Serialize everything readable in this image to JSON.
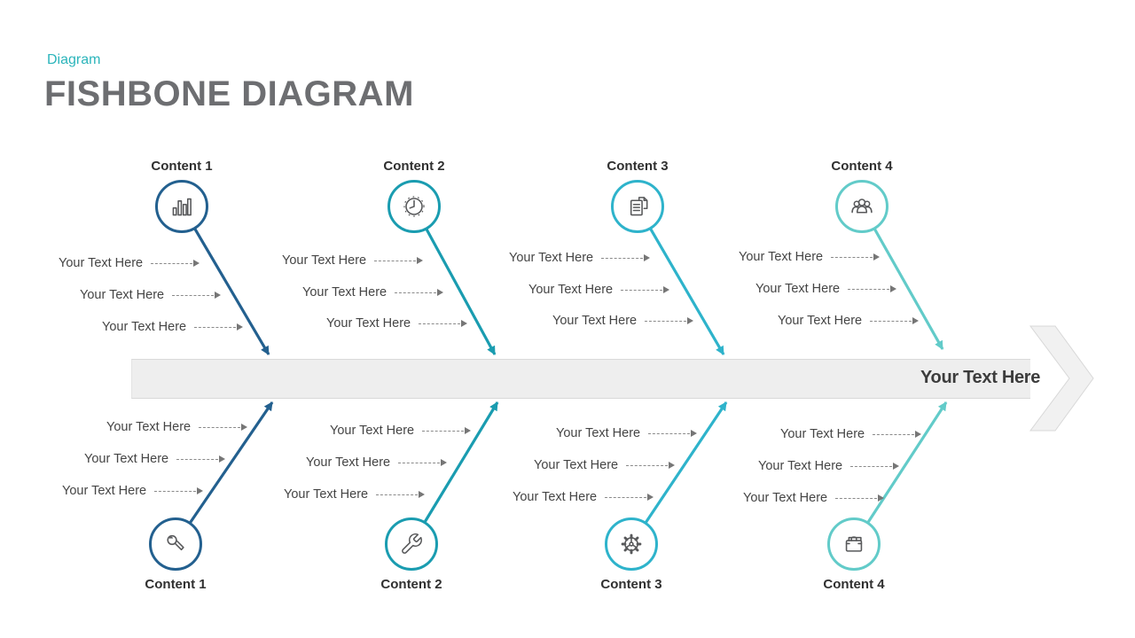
{
  "page": {
    "eyebrow": "Diagram",
    "title": "FISHBONE DIAGRAM"
  },
  "colors": {
    "accent_teal": "#2cb5bb",
    "title_gray": "#6d6e71",
    "branch1": "#23608f",
    "branch2": "#1a9cb0",
    "branch3": "#2eb3cb",
    "branch4": "#62cbc9",
    "spine_fill": "#eeeeee",
    "spine_border": "#d9d9d9",
    "icon_gray": "#58595b",
    "label_text": "#454545",
    "dashed_arrow_gray": "#8a8a8a"
  },
  "spine": {
    "label": "Your Text Here"
  },
  "top_branches": [
    {
      "title": "Content 1",
      "icon": "bar-chart-icon",
      "color": "#23608f",
      "labels": [
        "Your Text Here",
        "Your Text Here",
        "Your Text Here"
      ]
    },
    {
      "title": "Content 2",
      "icon": "clock-icon",
      "color": "#1a9cb0",
      "labels": [
        "Your Text Here",
        "Your Text Here",
        "Your Text Here"
      ]
    },
    {
      "title": "Content 3",
      "icon": "documents-icon",
      "color": "#2eb3cb",
      "labels": [
        "Your Text Here",
        "Your Text Here",
        "Your Text Here"
      ]
    },
    {
      "title": "Content 4",
      "icon": "people-group-icon",
      "color": "#62cbc9",
      "labels": [
        "Your Text Here",
        "Your Text Here",
        "Your Text Here"
      ]
    }
  ],
  "bottom_branches": [
    {
      "title": "Content 1",
      "icon": "microphone-icon",
      "color": "#23608f",
      "labels": [
        "Your Text Here",
        "Your Text Here",
        "Your Text Here"
      ]
    },
    {
      "title": "Content 2",
      "icon": "wrench-icon",
      "color": "#1a9cb0",
      "labels": [
        "Your Text Here",
        "Your Text Here",
        "Your Text Here"
      ]
    },
    {
      "title": "Content 3",
      "icon": "gear-icon",
      "color": "#2eb3cb",
      "labels": [
        "Your Text Here",
        "Your Text Here",
        "Your Text Here"
      ]
    },
    {
      "title": "Content 4",
      "icon": "briefcase-icon",
      "color": "#62cbc9",
      "labels": [
        "Your Text Here",
        "Your Text Here",
        "Your Text Here"
      ]
    }
  ]
}
